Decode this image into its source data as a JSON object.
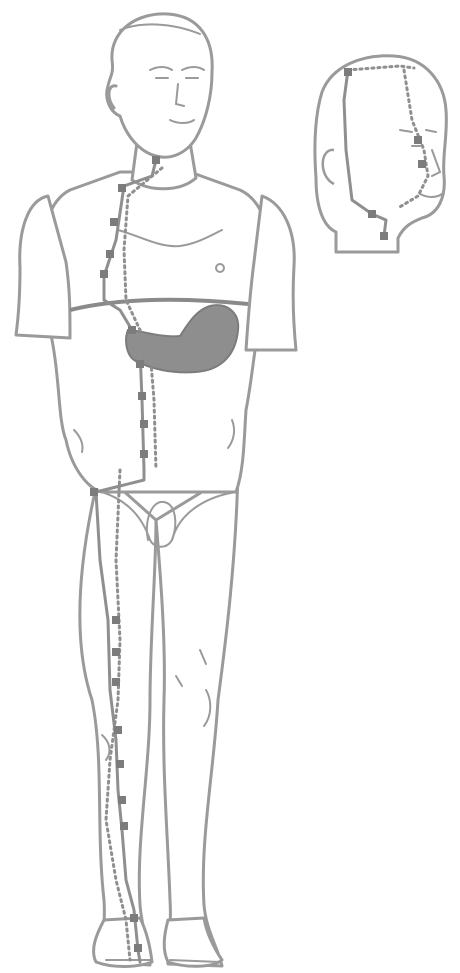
{
  "figure": {
    "subject": "meridian-pathway-illustration",
    "views": [
      "full-body-front",
      "head-three-quarter"
    ],
    "colors": {
      "outline": "#9a9a9a",
      "outline_dark": "#8a8a8a",
      "skin": "#ffffff",
      "meridian": "#8f8f8f",
      "point": "#7c7c7c",
      "organ": "#8e8e8e"
    },
    "icons": [
      "human-body-icon",
      "head-icon",
      "stomach-organ-icon"
    ]
  }
}
